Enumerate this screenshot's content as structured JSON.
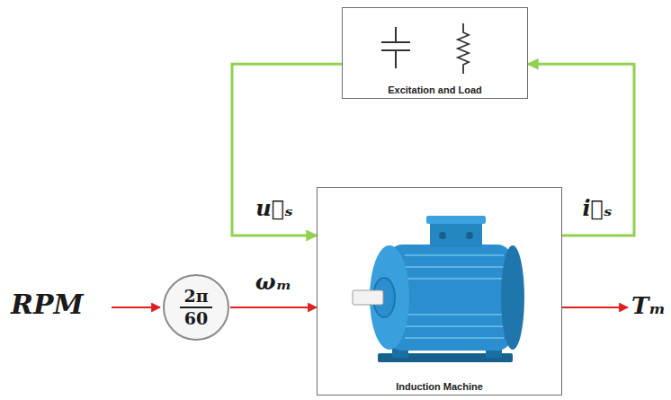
{
  "diagram": {
    "nodes": [
      {
        "text": [
          "Excitation and Load"
        ]
      },
      {
        "text": [
          "2π",
          "60"
        ]
      },
      {
        "text": [
          "Induction Machine"
        ]
      }
    ],
    "edges": [
      {
        "from": 0,
        "to": 2,
        "arrow": "to",
        "label": "u⃗ₛ"
      },
      {
        "from": 2,
        "to": 0,
        "arrow": "to",
        "label": "i⃗ₛ"
      },
      {
        "from": 1,
        "to": 2,
        "arrow": "to",
        "label": "ωₘ"
      }
    ],
    "labels": [
      "RPM",
      "Tₘ"
    ]
  }
}
